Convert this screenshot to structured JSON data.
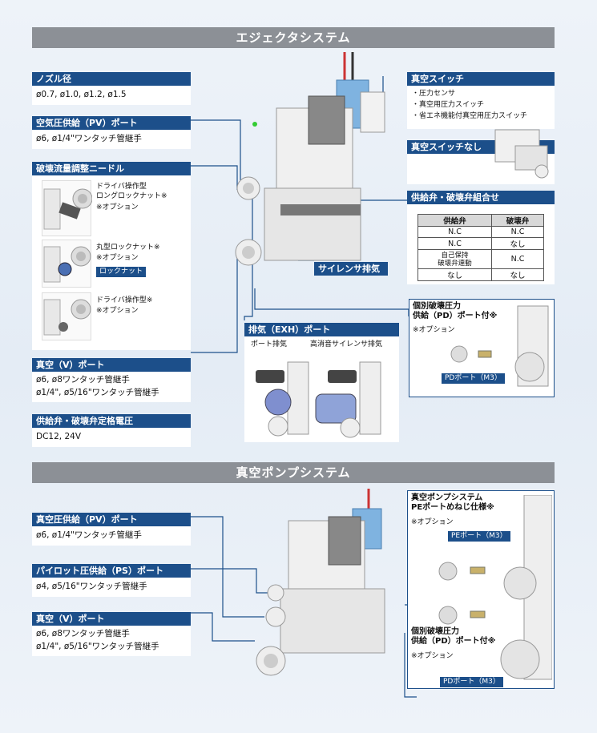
{
  "ejector": {
    "title": "エジェクタシステム",
    "nozzle": {
      "header": "ノズル径",
      "value": "ø0.7, ø1.0, ø1.2, ø1.5"
    },
    "pv": {
      "header": "空気圧供給（PV）ポート",
      "value": "ø6, ø1/4\"ワンタッチ管継手"
    },
    "needle": {
      "header": "破壊流量調整ニードル",
      "opt1": "ドライバ操作型\nロングロックナット※",
      "opt1_note": "※オプション",
      "opt2": "丸型ロックナット※",
      "opt2_note": "※オプション",
      "lock_tag": "ロックナット",
      "opt3": "ドライバ操作型※",
      "opt3_note": "※オプション"
    },
    "vport": {
      "header": "真空（V）ポート",
      "line1": "ø6, ø8ワンタッチ管継手",
      "line2": "ø1/4\", ø5/16\"ワンタッチ管継手"
    },
    "voltage": {
      "header": "供給弁・破壊弁定格電圧",
      "value": "DC12, 24V"
    },
    "vacswitch": {
      "header": "真空スイッチ",
      "items": [
        "・圧力センサ",
        "・真空用圧力スイッチ",
        "・省エネ機能付真空用圧力スイッチ"
      ]
    },
    "noswitch": {
      "header": "真空スイッチなし"
    },
    "valves": {
      "header": "供給弁・破壊弁組合せ",
      "col1": "供給弁",
      "col2": "破壊弁",
      "rows": [
        [
          "N.C",
          "N.C"
        ],
        [
          "N.C",
          "なし"
        ],
        [
          "自己保持\n破壊弁連動",
          "N.C"
        ],
        [
          "なし",
          "なし"
        ]
      ]
    },
    "silencer": "サイレンサ排気",
    "exh": {
      "header": "排気（EXH）ポート",
      "left": "ポート排気",
      "right": "高消音サイレンサ排気"
    },
    "pd": {
      "title": "個別破壊圧力\n供給（PD）ポート付※",
      "note": "※オプション",
      "tag": "PDポート（M3）"
    }
  },
  "pump": {
    "title": "真空ポンプシステム",
    "pv": {
      "header": "真空圧供給（PV）ポート",
      "value": "ø6, ø1/4\"ワンタッチ管継手"
    },
    "ps": {
      "header": "パイロット圧供給（PS）ポート",
      "value": "ø4, ø5/16\"ワンタッチ管継手"
    },
    "vport": {
      "header": "真空（V）ポート",
      "line1": "ø6, ø8ワンタッチ管継手",
      "line2": "ø1/4\", ø5/16\"ワンタッチ管継手"
    },
    "pe": {
      "title": "真空ポンプシステム\nPEポートめねじ仕様※",
      "note": "※オプション",
      "tag": "PEポート（M3）"
    },
    "pd": {
      "title": "個別破壊圧力\n供給（PD）ポート付※",
      "note": "※オプション",
      "tag": "PDポート（M3）"
    }
  },
  "colors": {
    "header_blue": "#1c4f8a",
    "section_gray": "#8c9096"
  }
}
